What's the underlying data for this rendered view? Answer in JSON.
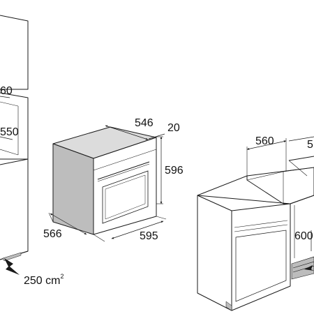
{
  "dimensions": {
    "cabinet_left_width": "60",
    "cabinet_left_depth": "550",
    "oven_width_top": "546",
    "oven_front_thickness": "20",
    "oven_height": "596",
    "oven_depth": "566",
    "oven_width_front": "595",
    "cabinet_right_depth": "560",
    "cabinet_right_width_cut": "5",
    "cabinet_right_height": "600"
  },
  "ventilation": {
    "value": "250 cm",
    "superscript": "2"
  },
  "colors": {
    "side_panel": "#bdbdbd",
    "top_panel": "#dcdcdc",
    "vent_grille": "#bcbcbc",
    "line": "#1a1a1a"
  }
}
